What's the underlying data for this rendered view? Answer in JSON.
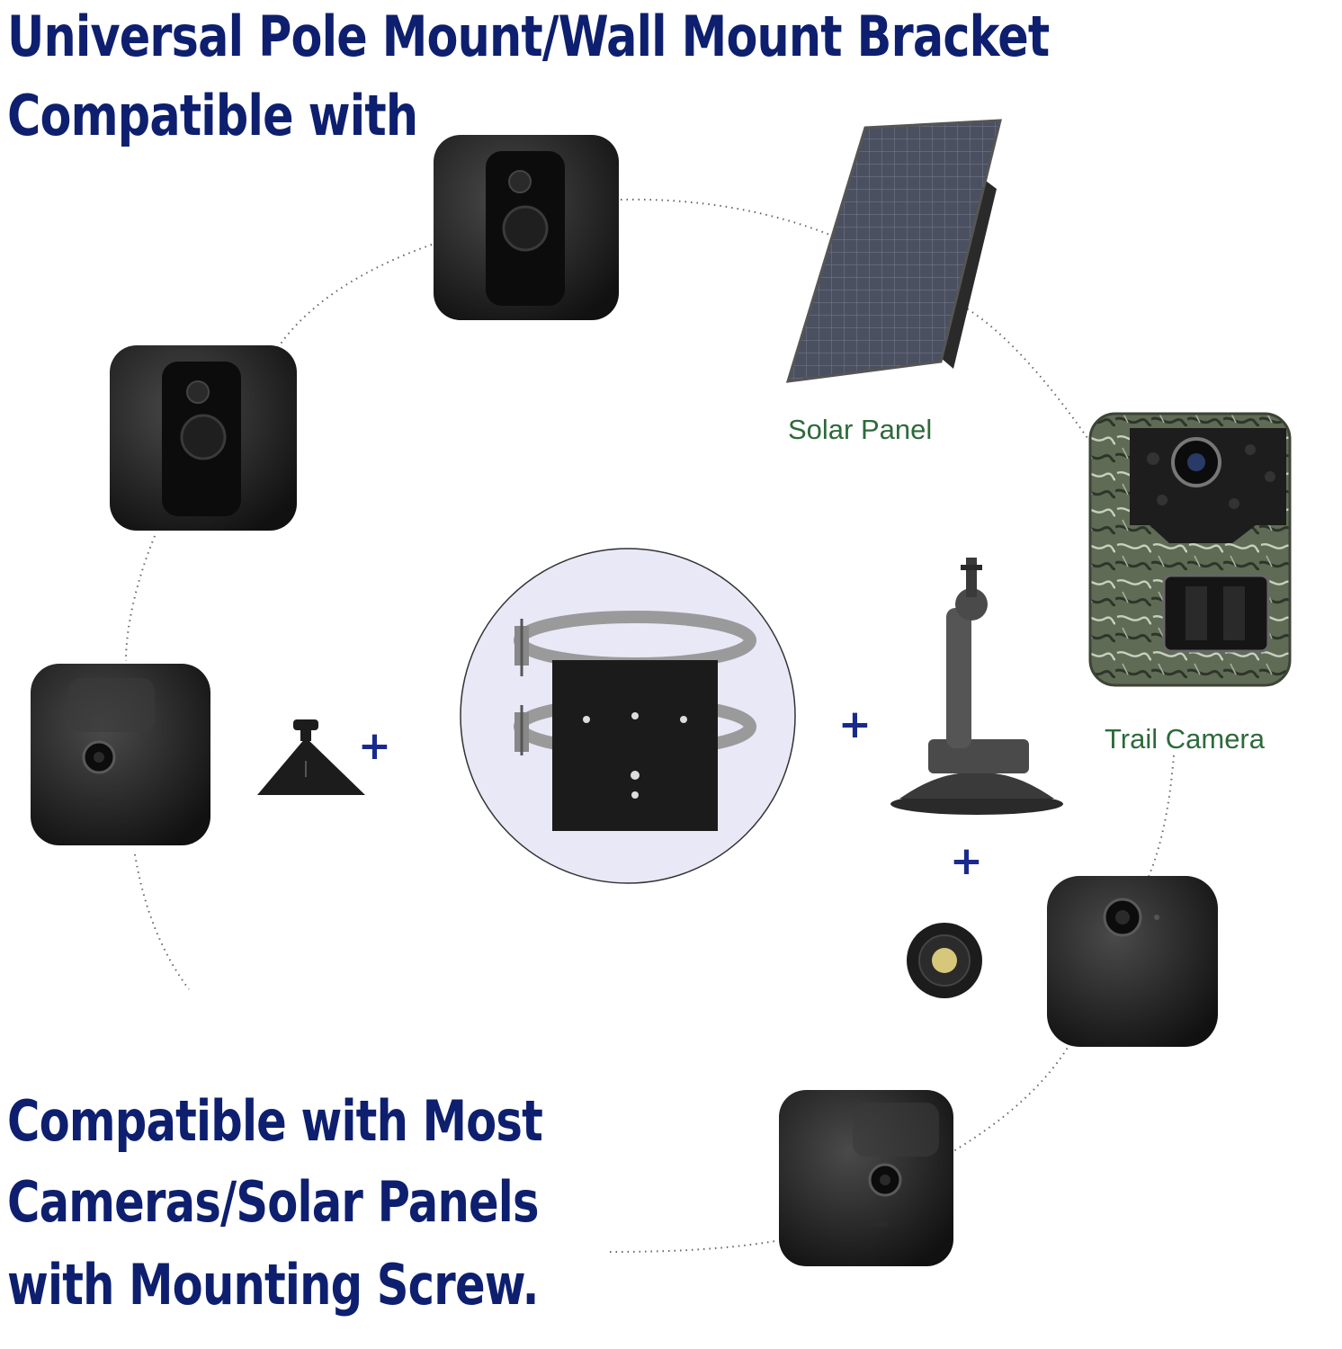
{
  "title": {
    "line1": "Universal Pole Mount/Wall Mount Bracket",
    "line2": "Compatible with"
  },
  "captions": {
    "solar_panel": "Solar Panel",
    "trail_camera": "Trail Camera"
  },
  "plus_sign": "+",
  "bottom_text": {
    "line1": "Compatible with Most",
    "line2": "Cameras/Solar Panels",
    "line3": "with Mounting Screw."
  },
  "colors": {
    "heading": "#0d1f6e",
    "caption": "#2d6a3a",
    "plus": "#1a2a8c",
    "device": "#1c1c1c",
    "bracket_bg": "#e8e8f6"
  }
}
